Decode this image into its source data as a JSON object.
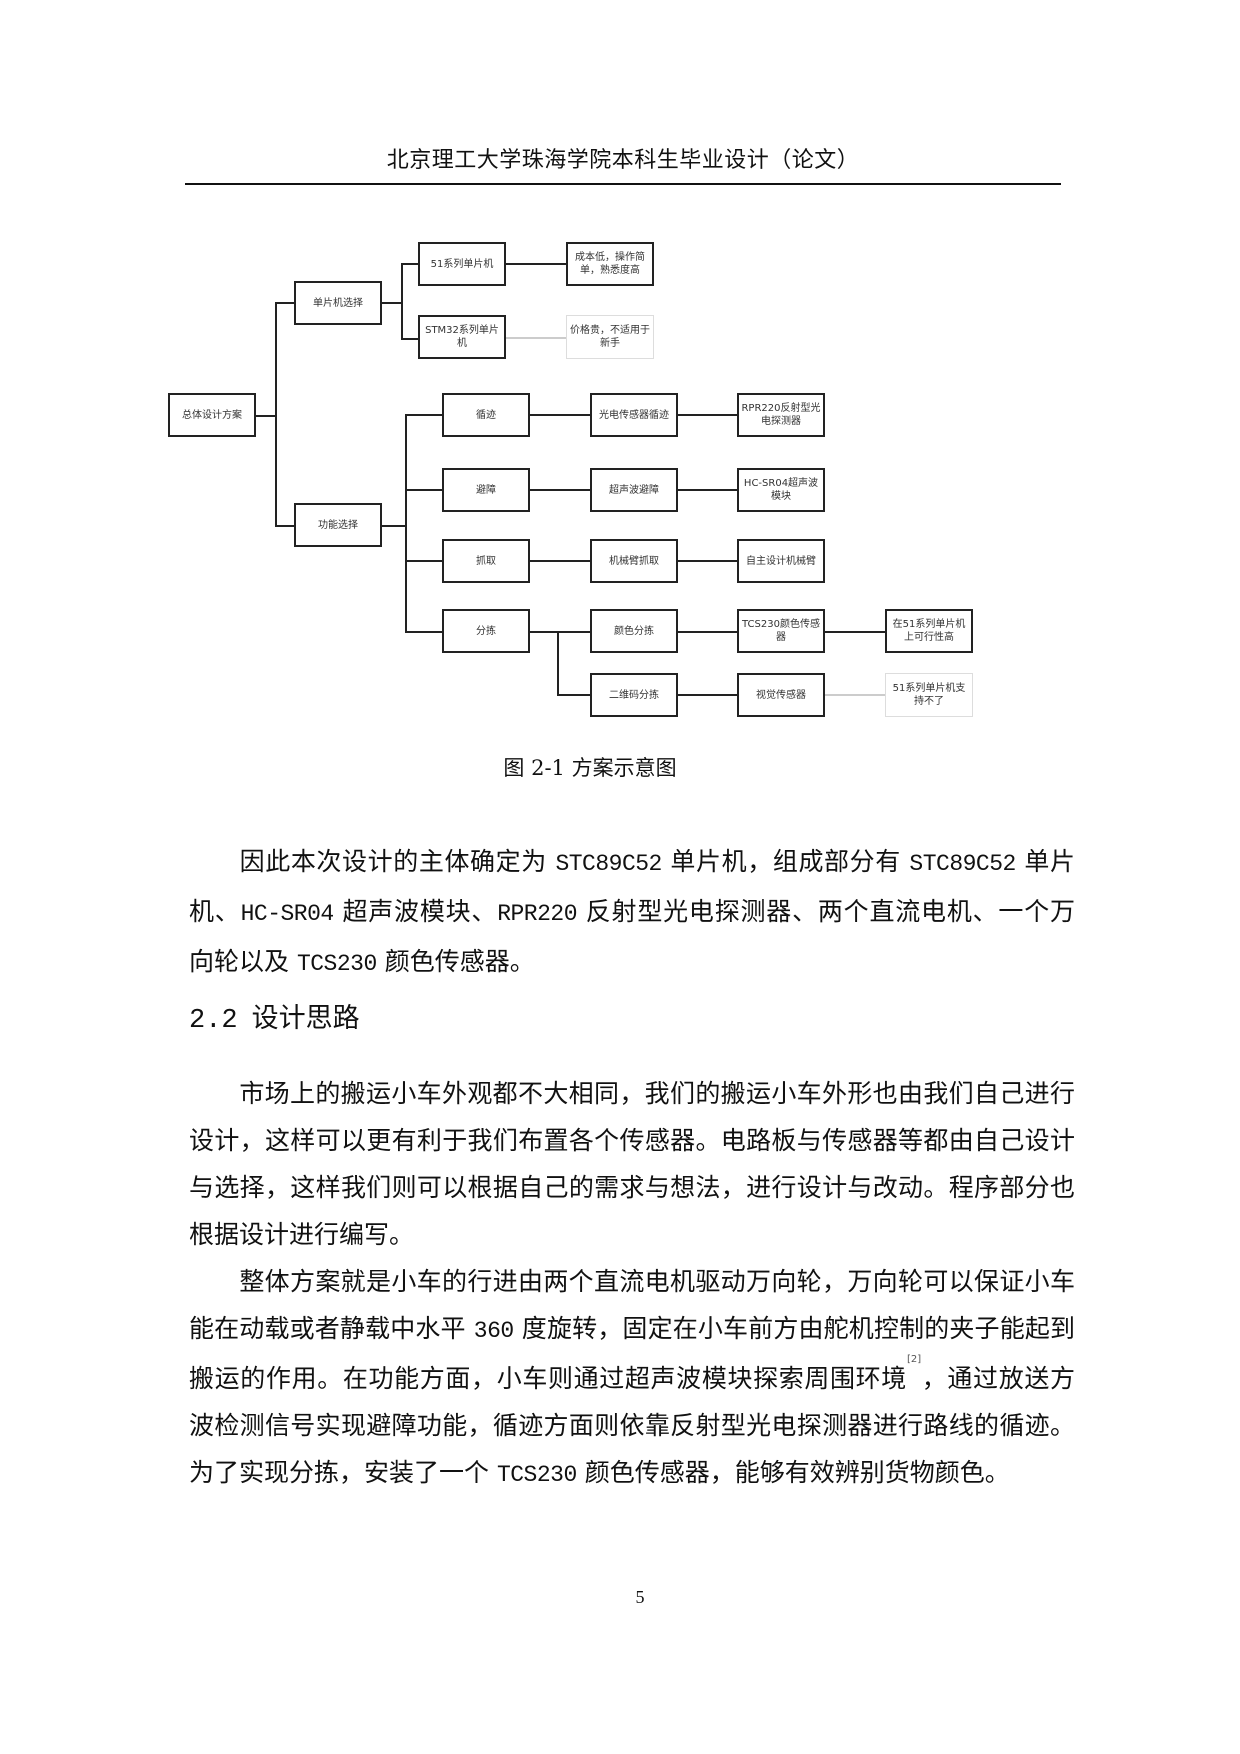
{
  "header": {
    "title": "北京理工大学珠海学院本科生毕业设计（论文）"
  },
  "figure": {
    "caption": "图 2-1  方案示意图",
    "nodes": {
      "root": "总体设计方案",
      "mcu_select": "单片机选择",
      "func_select": "功能选择",
      "mcu_51": "51系列单片机",
      "mcu_stm32": "STM32系列单片机",
      "mcu_51_note": "成本低，操作简单，熟悉度高",
      "mcu_stm32_note": "价格贵，不适用于新手",
      "f_track": "循迹",
      "f_avoid": "避障",
      "f_grab": "抓取",
      "f_sort": "分拣",
      "track_method": "光电传感器循迹",
      "avoid_method": "超声波避障",
      "grab_method": "机械臂抓取",
      "sort_color": "颜色分拣",
      "sort_qr": "二维码分拣",
      "track_device": "RPR220反射型光电探测器",
      "avoid_device": "HC-SR04超声波模块",
      "grab_device": "自主设计机械臂",
      "color_device": "TCS230颜色传感器",
      "qr_device": "视觉传感器",
      "color_note": "在51系列单片机上可行性高",
      "qr_note": "51系列单片机支持不了"
    }
  },
  "body": {
    "para1": {
      "seg1": "因此本次设计的主体确定为 ",
      "code1": "STC89C52",
      "seg2": " 单片机，组成部分有 ",
      "code2": "STC89C52",
      "seg3": " 单片机、",
      "code3": "HC-SR04",
      "seg4": " 超声波模块、",
      "code4": "RPR220",
      "seg5": " 反射型光电探测器、两个直流电机、一个万向轮以及 ",
      "code5": "TCS230",
      "seg6": " 颜色传感器。"
    },
    "section": {
      "number": "2.2",
      "title": "设计思路"
    },
    "para2": "市场上的搬运小车外观都不大相同，我们的搬运小车外形也由我们自己进行设计，这样可以更有利于我们布置各个传感器。电路板与传感器等都由自己设计与选择，这样我们则可以根据自己的需求与想法，进行设计与改动。程序部分也根据设计进行编写。",
    "para3": {
      "seg1": "整体方案就是小车的行进由两个直流电机驱动万向轮，万向轮可以保证小车能在动载或者静载中水平 ",
      "num1": "360",
      "seg2": " 度旋转，固定在小车前方由舵机控制的夹子能起到搬运的作用。在功能方面，小车则通过超声波模块探索周围环境",
      "cite": "[2]",
      "seg3": "，通过放送方波检测信号实现避障功能，循迹方面则依靠反射型光电探测器进行路线的循迹。为了实现分拣，安装了一个 ",
      "code1": "TCS230",
      "seg4": " 颜色传感器，能够有效辨别货物颜色。"
    }
  },
  "footer": {
    "page_number": "5"
  }
}
